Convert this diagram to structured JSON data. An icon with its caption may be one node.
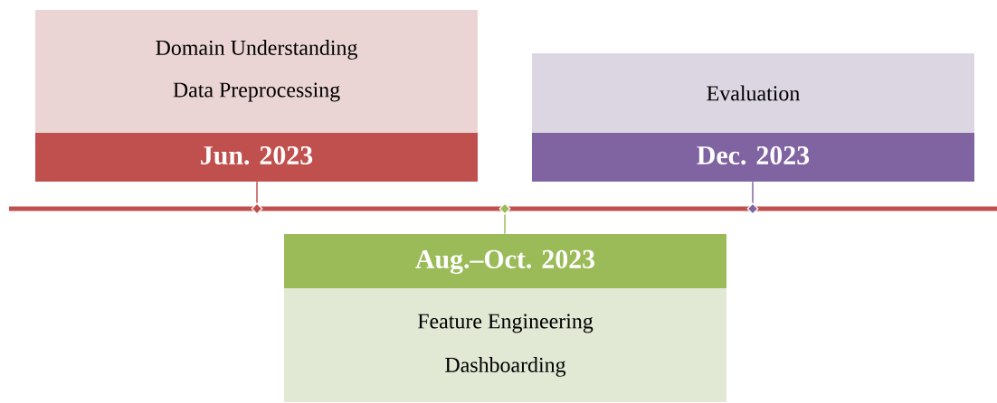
{
  "diagram": {
    "nodes": [
      {
        "text": [
          "Domain Understanding",
          "Data Preprocessing",
          "Jun. 2023"
        ]
      },
      {
        "text": [
          "Evaluation",
          "Dec. 2023"
        ]
      },
      {
        "text": [
          "Aug.–Oct. 2023",
          "Feature Engineering",
          "Dashboarding"
        ]
      },
      {
        "text": [],
        "shape": "diamond"
      },
      {
        "text": [],
        "shape": "diamond"
      },
      {
        "text": [],
        "shape": "diamond"
      }
    ],
    "edges": [
      {
        "from": 0,
        "to": 3,
        "arrow": "none",
        "color": "#c0504d"
      },
      {
        "from": 2,
        "to": 4,
        "arrow": "none",
        "color": "#9bbb59"
      },
      {
        "from": 1,
        "to": 5,
        "arrow": "none",
        "color": "#8064a2"
      }
    ]
  }
}
